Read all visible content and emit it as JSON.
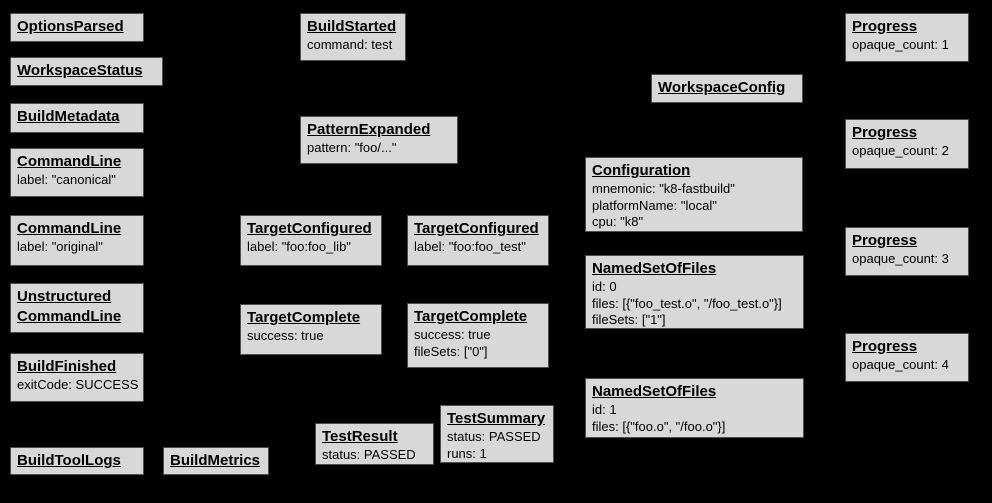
{
  "diagram": {
    "description": "Build event protocol event graph",
    "colors": {
      "background": "#000000",
      "node_fill": "#d8d8d8",
      "node_border": "#4d4d4d",
      "node_text": "#000000"
    },
    "nodes": [
      {
        "title": "OptionsParsed",
        "lines": []
      },
      {
        "title": "WorkspaceStatus",
        "lines": []
      },
      {
        "title": "BuildMetadata",
        "lines": []
      },
      {
        "title": "CommandLine",
        "lines": [
          "label: \"canonical\""
        ]
      },
      {
        "title": "CommandLine",
        "lines": [
          "label: \"original\""
        ]
      },
      {
        "title": "Unstructured CommandLine",
        "lines": []
      },
      {
        "title": "BuildFinished",
        "lines": [
          "exitCode: SUCCESS"
        ]
      },
      {
        "title": "BuildToolLogs",
        "lines": []
      },
      {
        "title": "BuildMetrics",
        "lines": []
      },
      {
        "title": "BuildStarted",
        "lines": [
          "command: test"
        ]
      },
      {
        "title": "PatternExpanded",
        "lines": [
          "pattern: \"foo/...\""
        ]
      },
      {
        "title": "TargetConfigured",
        "lines": [
          "label: \"foo:foo_lib\""
        ]
      },
      {
        "title": "TargetConfigured",
        "lines": [
          "label: \"foo:foo_test\""
        ]
      },
      {
        "title": "TargetComplete",
        "lines": [
          "success: true"
        ]
      },
      {
        "title": "TargetComplete",
        "lines": [
          "success: true",
          "fileSets: [\"0\"]"
        ]
      },
      {
        "title": "TestResult",
        "lines": [
          "status: PASSED"
        ]
      },
      {
        "title": "TestSummary",
        "lines": [
          "status: PASSED",
          "runs: 1"
        ]
      },
      {
        "title": "WorkspaceConfig",
        "lines": []
      },
      {
        "title": "Configuration",
        "lines": [
          "mnemonic: \"k8-fastbuild\"",
          "platformName: \"local\"",
          "cpu: \"k8\""
        ]
      },
      {
        "title": "NamedSetOfFiles",
        "lines": [
          "id: 0",
          "files: [{\"foo_test.o\", \"/foo_test.o\"}]",
          "fileSets: [\"1\"]"
        ]
      },
      {
        "title": "NamedSetOfFiles",
        "lines": [
          "id: 1",
          "files: [{\"foo.o\", \"/foo.o\"}]"
        ]
      },
      {
        "title": "Progress",
        "lines": [
          "opaque_count: 1"
        ]
      },
      {
        "title": "Progress",
        "lines": [
          "opaque_count: 2"
        ]
      },
      {
        "title": "Progress",
        "lines": [
          "opaque_count: 3"
        ]
      },
      {
        "title": "Progress",
        "lines": [
          "opaque_count: 4"
        ]
      }
    ]
  }
}
